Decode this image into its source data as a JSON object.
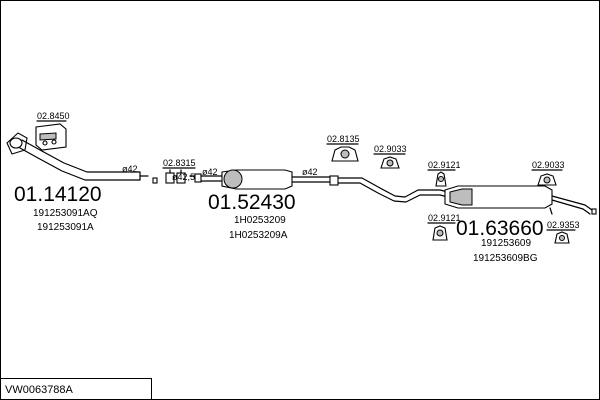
{
  "diagram_id": "VW0063788A",
  "groups": [
    {
      "part_number": "01.14120",
      "refs": [
        "191253091AQ",
        "191253091A"
      ]
    },
    {
      "part_number": "01.52430",
      "refs": [
        "1H0253209",
        "1H0253209A"
      ]
    },
    {
      "part_number": "01.63660",
      "refs": [
        "191253609",
        "191253609BG"
      ]
    }
  ],
  "accessories": {
    "gasket_kit": "02.8450",
    "clamp_1": "02.8315",
    "ring_mount": "02.8135",
    "mount_1": "02.9033",
    "mount_2": "02.9121",
    "mount_3": "02.9121",
    "mount_4": "02.9033",
    "mount_5": "02.9353"
  },
  "diameters": [
    "ø42",
    "ø42,5",
    "ø42",
    "ø42"
  ]
}
